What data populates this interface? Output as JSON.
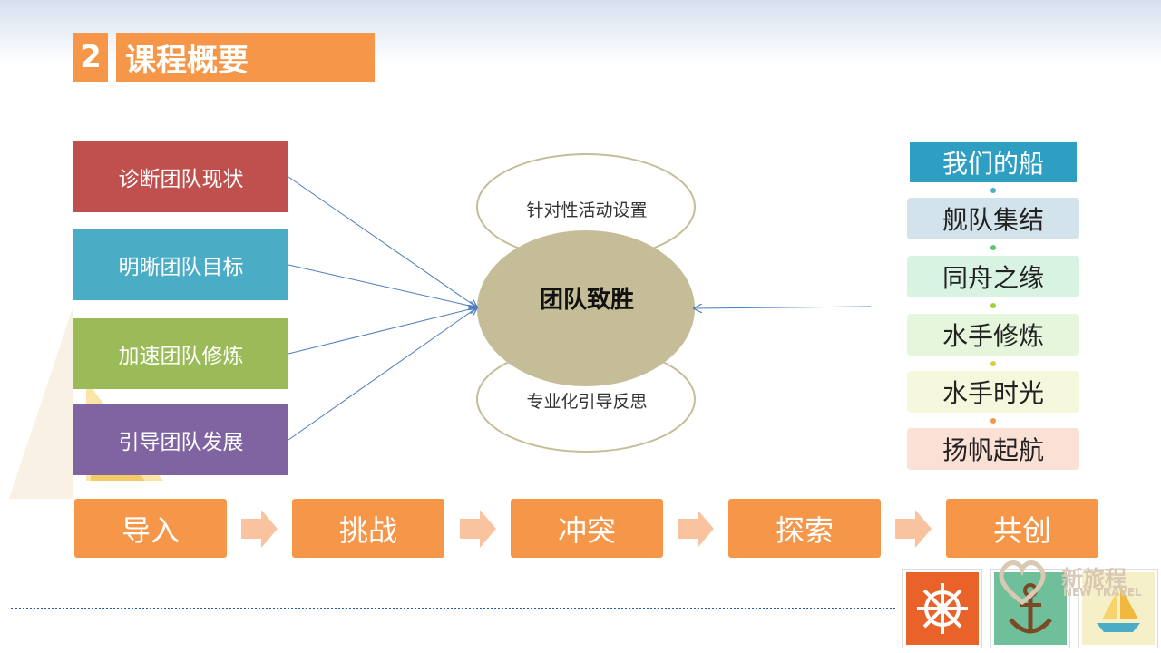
{
  "header": {
    "number": "2",
    "title": "课程概要"
  },
  "left_boxes": [
    {
      "label": "诊断团队现状",
      "color": "#c0504d"
    },
    {
      "label": "明晰团队目标",
      "color": "#4bacc6"
    },
    {
      "label": "加速团队修炼",
      "color": "#9bbb59"
    },
    {
      "label": "引导团队发展",
      "color": "#8064a2"
    }
  ],
  "center": {
    "top_ellipse": "针对性活动设置",
    "main_ellipse": "团队致胜",
    "bottom_ellipse": "专业化引导反思",
    "main_color": "#c4bd97",
    "outline_color": "#c4bd97"
  },
  "right_stack": {
    "header": "我们的船",
    "items": [
      {
        "label": "舰队集结",
        "color": "#d3e3ec",
        "dot": "#4bacc6"
      },
      {
        "label": "同舟之缘",
        "color": "#d9f3e3",
        "dot": "#62c56f"
      },
      {
        "label": "水手修炼",
        "color": "#e6f6dc",
        "dot": "#9bd13c"
      },
      {
        "label": "水手时光",
        "color": "#f5f8dc",
        "dot": "#d6d23c"
      },
      {
        "label": "扬帆起航",
        "color": "#fbe0d6",
        "dot": "#f59649"
      }
    ]
  },
  "flow": [
    "导入",
    "挑战",
    "冲突",
    "探索",
    "共创"
  ],
  "logo": {
    "text": "新旅程",
    "sub": "NEW TRAVEL"
  },
  "colors": {
    "accent": "#f59649",
    "arrow": "#4a7cc0",
    "flow_arrow": "#f9c3a0"
  }
}
